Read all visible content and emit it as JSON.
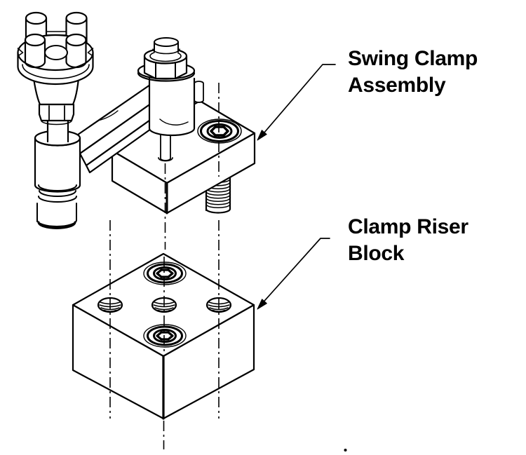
{
  "figure": {
    "type": "exploded-assembly-technical-illustration",
    "background_color": "#ffffff",
    "ink_color": "#000000",
    "callouts": [
      {
        "target": "swing-clamp-assembly",
        "line1": "Swing Clamp",
        "line2": "Assembly",
        "arrow_style": "filled-triangle"
      },
      {
        "target": "clamp-riser-block",
        "line1": "Clamp Riser",
        "line2": "Block",
        "arrow_style": "filled-triangle"
      }
    ]
  }
}
